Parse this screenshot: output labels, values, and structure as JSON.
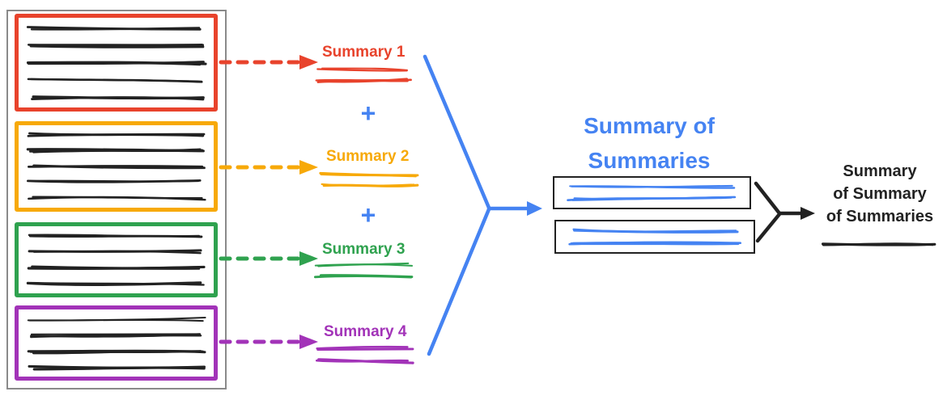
{
  "colors": {
    "red": "#E8432C",
    "orange": "#F7A908",
    "green": "#2FA24F",
    "purple": "#A233B8",
    "blue": "#4583F2",
    "ink": "#222222",
    "frame": "#8A8A8A"
  },
  "summaries": [
    {
      "label": "Summary 1",
      "color": "red"
    },
    {
      "label": "Summary 2",
      "color": "orange"
    },
    {
      "label": "Summary 3",
      "color": "green"
    },
    {
      "label": "Summary 4",
      "color": "purple"
    }
  ],
  "plus_sign": "+",
  "summary_of_summaries": {
    "title_line1": "Summary of",
    "title_line2": "Summaries"
  },
  "final_summary": {
    "line1": "Summary",
    "line2": "of Summary",
    "line3": "of Summaries"
  }
}
